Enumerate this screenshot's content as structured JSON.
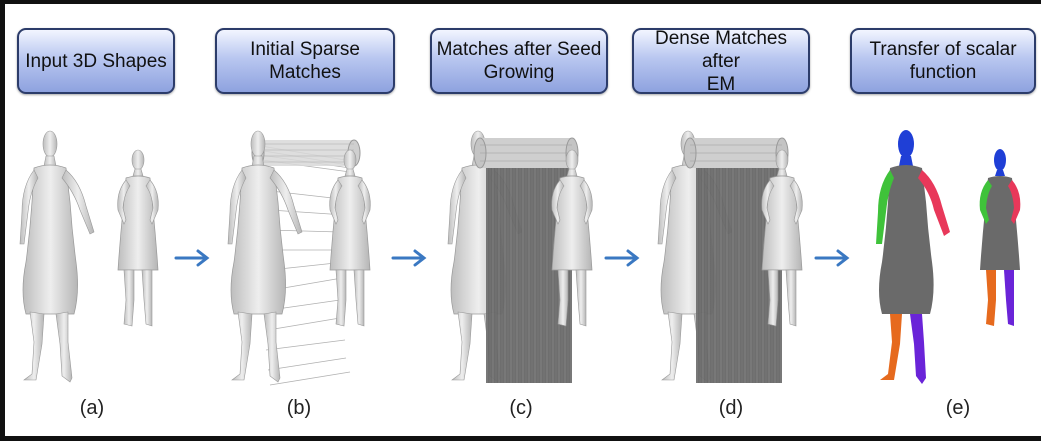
{
  "steps": [
    {
      "title": "Input 3D Shapes",
      "label": "(a)"
    },
    {
      "title": "Initial Sparse Matches",
      "label": "(b)"
    },
    {
      "title": "Matches after Seed\nGrowing",
      "label": "(c)"
    },
    {
      "title": "Dense Matches after\nEM",
      "label": "(d)"
    },
    {
      "title": "Transfer of scalar\nfunction",
      "label": "(e)"
    }
  ],
  "colors": {
    "header_gradient_top": "#f2f5ff",
    "header_gradient_bottom": "#8ea2df",
    "header_border": "#2c3c6a",
    "arrow": "#3a78c2",
    "mesh": "#d8d8d8",
    "dense_matches": "#6e6e6e",
    "part_head": "#1f3fd6",
    "part_left_arm": "#3fc23a",
    "part_right_arm": "#e8385a",
    "part_left_leg": "#e66a1e",
    "part_right_leg": "#6a24d8"
  },
  "icons": [
    "human-figure-icon",
    "right-arrow-icon"
  ]
}
